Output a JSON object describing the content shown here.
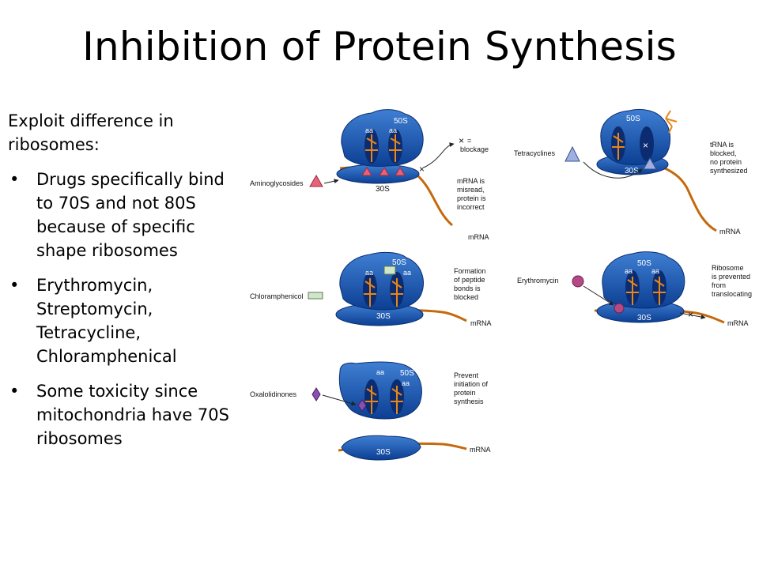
{
  "slide": {
    "title": "Inhibition of Protein Synthesis",
    "intro": "Exploit difference in ribosomes:",
    "bullets": [
      "Drugs specifically bind to 70S and not 80S because of specific shape ribosomes",
      "Erythromycin, Streptomycin, Tetracycline, Chloramphenical",
      "Some toxicity since mitochondria have 70S ribosomes"
    ]
  },
  "figure": {
    "panel_aminoglycosides": {
      "drug": "Aminoglycosides",
      "large_subunit": "50S",
      "small_subunit": "30S",
      "site_1": "aa",
      "site_2": "aa",
      "key_symbol": "×",
      "key_eq": "=",
      "key_label": "blockage",
      "note": [
        "mRNA is",
        "misread,",
        "protein is",
        "incorrect"
      ],
      "mrna": "mRNA"
    },
    "panel_tetracyclines": {
      "drug": "Tetracyclines",
      "large_subunit": "50S",
      "small_subunit": "30S",
      "block_mark": "×",
      "note": [
        "tRNA is",
        "blocked,",
        "no protein",
        "synthesized"
      ],
      "mrna": "mRNA"
    },
    "panel_chloramphenicol": {
      "drug": "Chloramphenicol",
      "large_subunit": "50S",
      "small_subunit": "30S",
      "site_1": "aa",
      "site_2": "aa",
      "note": [
        "Formation",
        "of peptide",
        "bonds is",
        "blocked"
      ],
      "mrna": "mRNA"
    },
    "panel_erythromycin": {
      "drug": "Erythromycin",
      "large_subunit": "50S",
      "small_subunit": "30S",
      "site_1": "aa",
      "site_2": "aa",
      "note": [
        "Ribosome",
        "is prevented",
        "from",
        "translocating"
      ],
      "mrna": "mRNA"
    },
    "panel_oxazolidinones": {
      "drug": "Oxalolidinones",
      "large_subunit": "50S",
      "small_subunit": "30S",
      "site_1": "aa",
      "site_2": "aa",
      "note": [
        "Prevent",
        "initiation of",
        "protein",
        "synthesis"
      ],
      "mrna": "mRNA"
    }
  }
}
